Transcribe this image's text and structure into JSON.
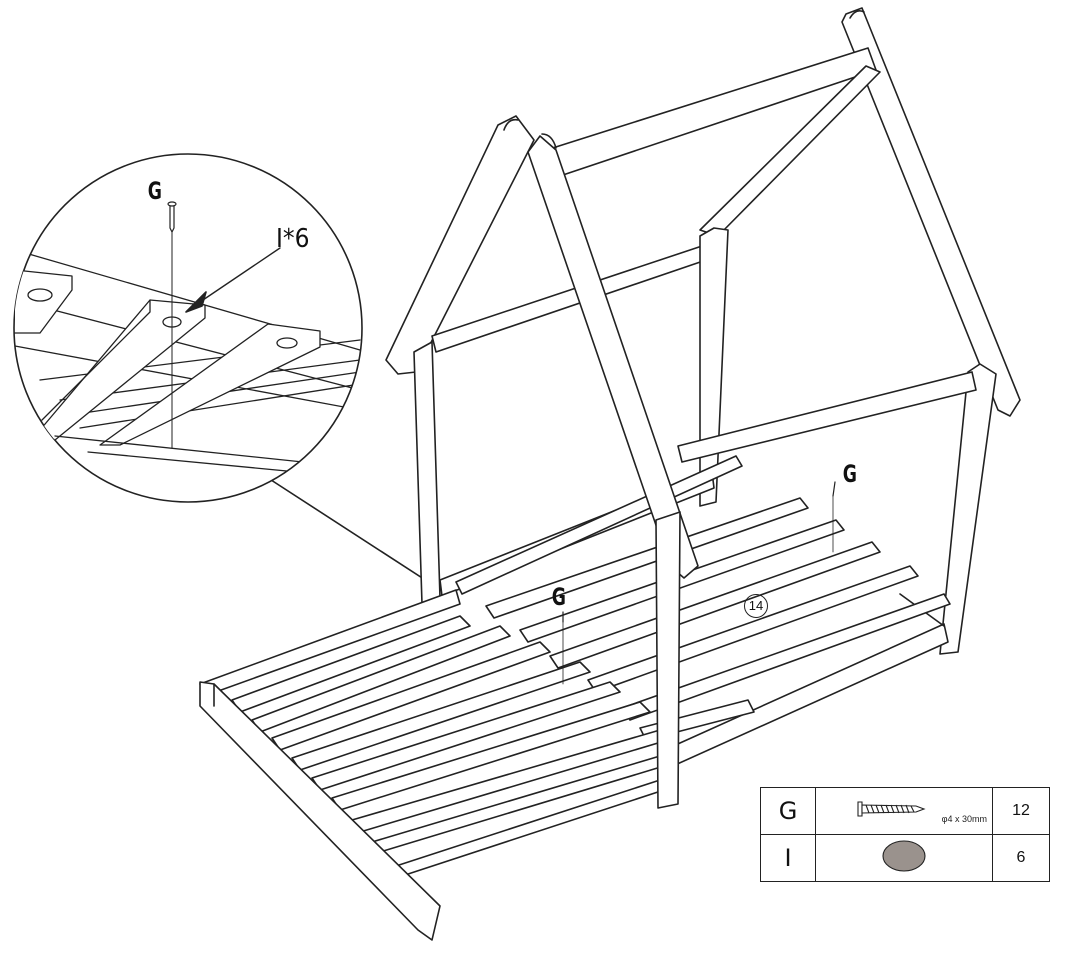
{
  "labels": {
    "detail_fastener": "G",
    "detail_cap": "I*6",
    "right_fastener": "G",
    "center_fastener": "G",
    "step_number": "14"
  },
  "parts": [
    {
      "code": "G",
      "icon": "screw-icon",
      "spec": "φ4 x 30mm",
      "qty": "12"
    },
    {
      "code": "I",
      "icon": "cap-icon",
      "qty": "6"
    }
  ],
  "colors": {
    "line": "#222222",
    "cap_fill": "#9a928d"
  }
}
